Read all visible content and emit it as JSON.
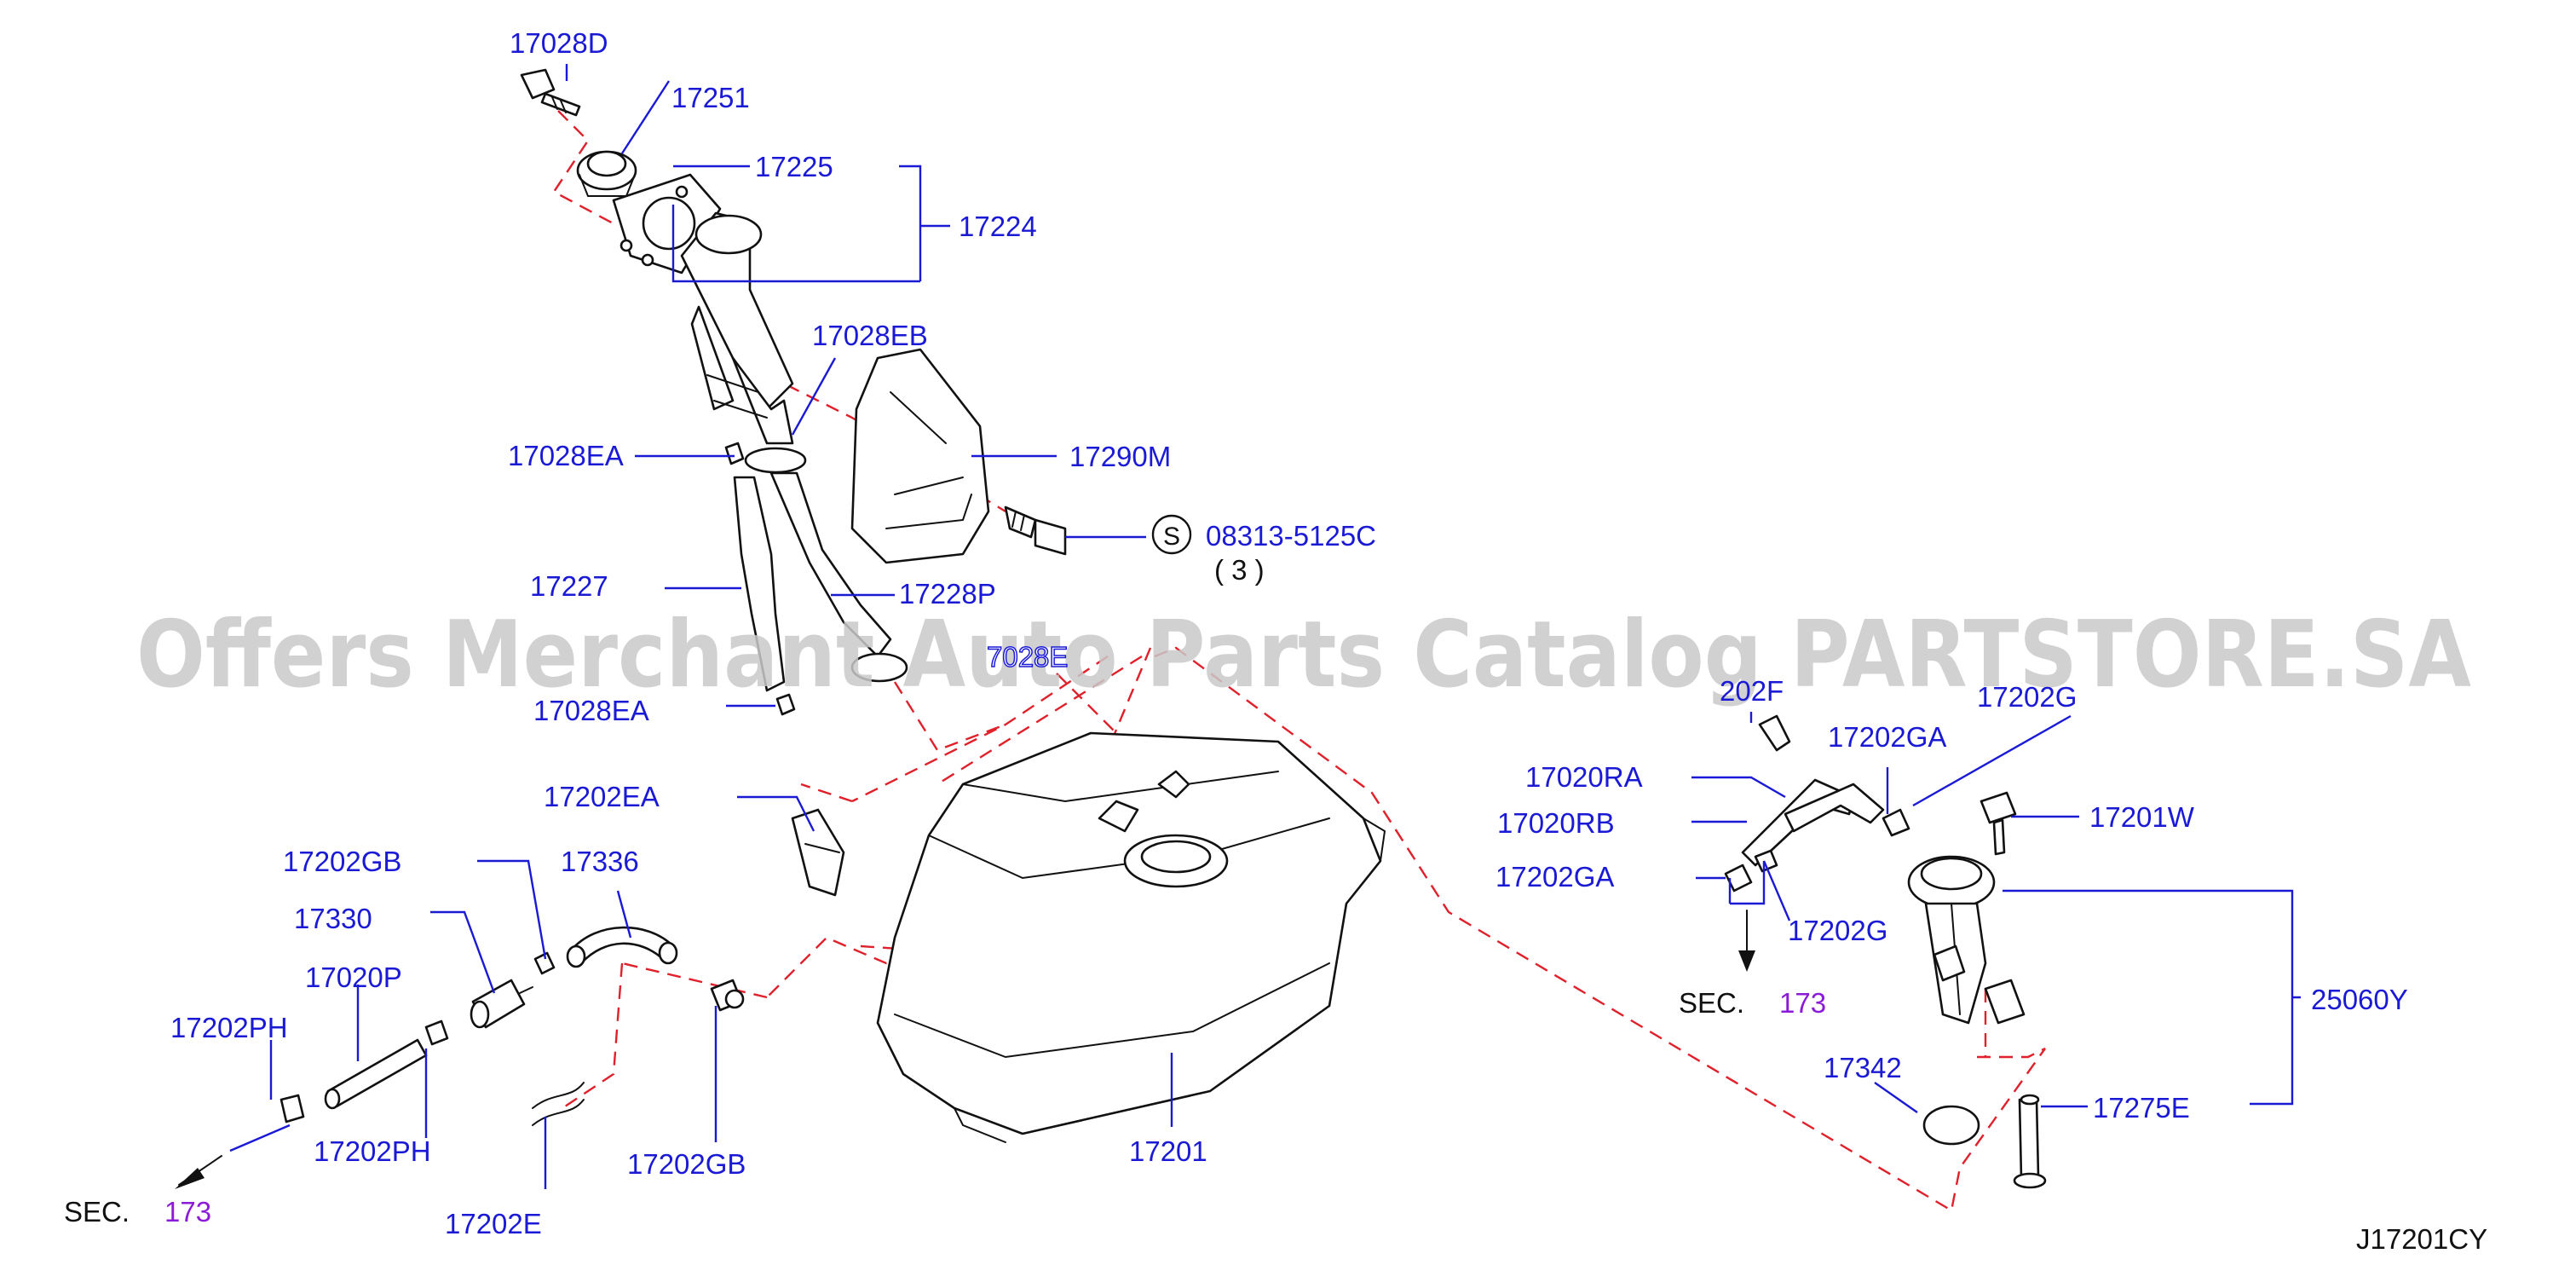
{
  "watermark": "Offers Merchant Auto Parts Catalog PARTSTORE.SA",
  "drawing_code": "J17201CY",
  "sec_label": "SEC.",
  "sec_number": "173",
  "circle_symbol": "S",
  "labels": {
    "p17028D": "17028D",
    "p17251": "17251",
    "p17225": "17225",
    "p17224": "17224",
    "p17028EB": "17028EB",
    "p17028EA_top": "17028EA",
    "p17290M": "17290M",
    "p08313": "08313-5125C",
    "p08313_qty": "( 3 )",
    "p17227": "17227",
    "p17228P": "17228P",
    "p17028E_partial": "7028E",
    "p17028EA_bottom": "17028EA",
    "p17202EA": "17202EA",
    "p17202GB_left": "17202GB",
    "p17336": "17336",
    "p17330": "17330",
    "p17020P": "17020P",
    "p17202PH_top": "17202PH",
    "p17202PH_bottom": "17202PH",
    "p17202E": "17202E",
    "p17202GB_bottom": "17202GB",
    "p17201": "17201",
    "p17202F_partial": "202F",
    "p17202G_top": "17202G",
    "p17202GA_top": "17202GA",
    "p17020RA": "17020RA",
    "p17020RB": "17020RB",
    "p17202GA_bottom": "17202GA",
    "p17202G_bottom": "17202G",
    "p17201W": "17201W",
    "p25060Y": "25060Y",
    "p17342": "17342",
    "p17275E": "17275E"
  }
}
